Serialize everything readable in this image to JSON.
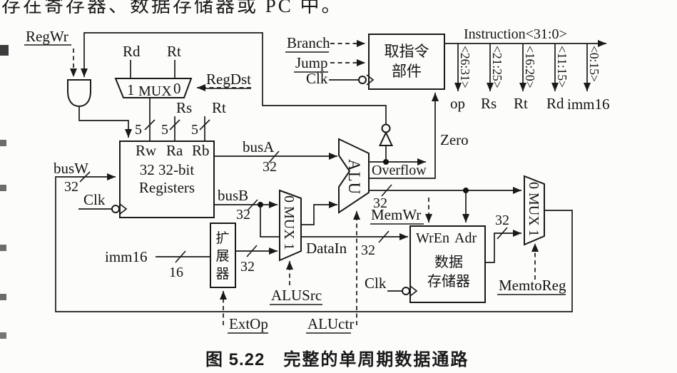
{
  "page": {
    "top_text": "存在寄存器、数据存储器或 PC 中。",
    "caption_prefix": "图 5.22",
    "caption_title": "完整的单周期数据通路"
  },
  "control_signals": {
    "regwr": "RegWr",
    "regdst": "RegDst",
    "branch": "Branch",
    "jump": "Jump",
    "memwr": "MemWr",
    "memtoreg": "MemtoReg",
    "alusrc": "ALUSrc",
    "extop": "ExtOp",
    "aluctr": "ALUctr"
  },
  "clock": {
    "label": "Clk"
  },
  "buses": {
    "busw": "busW",
    "busa": "busA",
    "busb": "busB",
    "imm16": "imm16",
    "datain": "DataIn",
    "zero": "Zero",
    "overflow": "Overflow",
    "instruction": "Instruction<31:0>"
  },
  "widths": {
    "w32": "32",
    "w5": "5",
    "w16": "16"
  },
  "port_labels": {
    "rd": "Rd",
    "rt_top": "Rt",
    "rs": "Rs",
    "rt": "Rt"
  },
  "blocks": {
    "fetch": {
      "line1": "取指令",
      "line2": "部件"
    },
    "registers": {
      "port_rw": "Rw",
      "port_ra": "Ra",
      "port_rb": "Rb",
      "line1": "32 32-bit",
      "line2": "Registers"
    },
    "extender": {
      "chars": [
        "扩",
        "展",
        "器"
      ]
    },
    "memory": {
      "port_wren": "WrEn",
      "port_adr": "Adr",
      "line1": "数据",
      "line2": "存储器"
    },
    "alu": {
      "label": "ALU"
    },
    "mux_regdst": {
      "in1": "1",
      "label": "MUX",
      "in0": "0"
    },
    "mux_alusrc": {
      "label": "0 MUX 1"
    },
    "mux_memtoreg": {
      "label": "0 MUX 1"
    }
  },
  "instruction_fields": [
    {
      "bits": "<26:31>",
      "name": "op"
    },
    {
      "bits": "<21:25>",
      "name": "Rs"
    },
    {
      "bits": "<16:20>",
      "name": "Rt"
    },
    {
      "bits": "<11:15>",
      "name": "Rd"
    },
    {
      "bits": "<0:15>",
      "name": "imm16"
    }
  ]
}
